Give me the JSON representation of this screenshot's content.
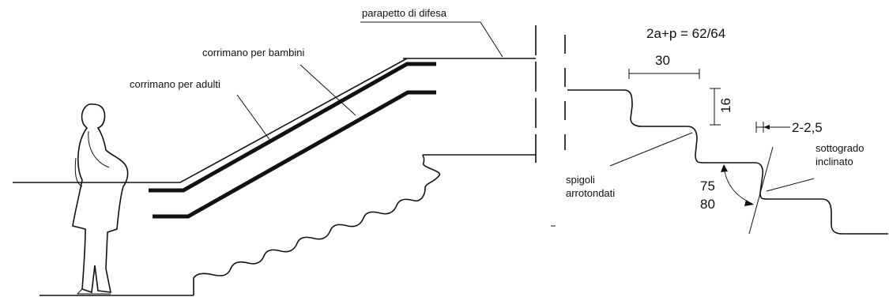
{
  "labels": {
    "parapet": "parapetto di difesa",
    "child_handrail": "corrimano per bambini",
    "adult_handrail": "corrimano per adulti",
    "formula": "2a+p = 62/64",
    "tread_depth": "30",
    "riser_height": "16",
    "nosing_offset": "2-2,5",
    "rounded_edges_line1": "spigoli",
    "rounded_edges_line2": "arrotondati",
    "inclined_riser_line1": "sottogrado",
    "inclined_riser_line2": "inclinato",
    "angle_line1": "75",
    "angle_line2": "80"
  }
}
